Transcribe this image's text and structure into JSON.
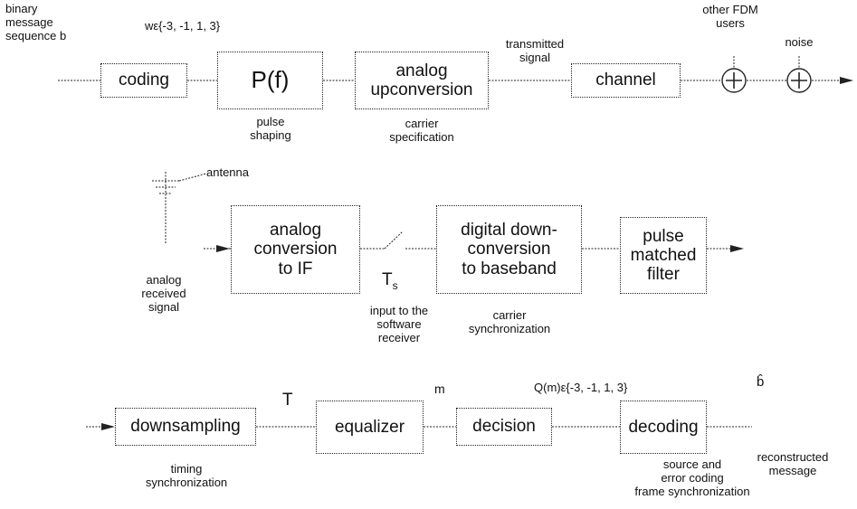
{
  "colors": {
    "line": "#222222",
    "background": "#ffffff"
  },
  "row1": {
    "input_label": "binary\nmessage\nsequence b",
    "symbols_label": "wε{-3, -1, 1, 3}",
    "coding": "coding",
    "pulse": "P(f)",
    "pulse_caption": "pulse\nshaping",
    "upconversion": "analog\nupconversion",
    "upconversion_caption": "carrier\nspecification",
    "transmitted": "transmitted\nsignal",
    "channel": "channel",
    "other_users": "other  FDM\nusers",
    "noise": "noise"
  },
  "row2": {
    "antenna_label": "antenna",
    "analog_if": "analog\nconversion\nto IF",
    "received_label": "analog\nreceived\nsignal",
    "sampler_label": "T",
    "sampler_sub": "s",
    "software_label": "input to the\nsoftware\nreceiver",
    "downconversion": "digital down-\nconversion\nto baseband",
    "carrier_sync": "carrier\nsynchronization",
    "matched_filter": "pulse\nmatched\nfilter"
  },
  "row3": {
    "downsampling": "downsampling",
    "timing_sync": "timing\nsynchronization",
    "t_label": "T",
    "equalizer": "equalizer",
    "m_label": "m",
    "decision": "decision",
    "q_label": "Q(m)ε{-3, -1, 1, 3}",
    "decoding": "decoding",
    "decoding_caption": "source and\nerror coding\nframe synchronization",
    "bhat": "b̂",
    "output_label": "reconstructed\nmessage"
  }
}
